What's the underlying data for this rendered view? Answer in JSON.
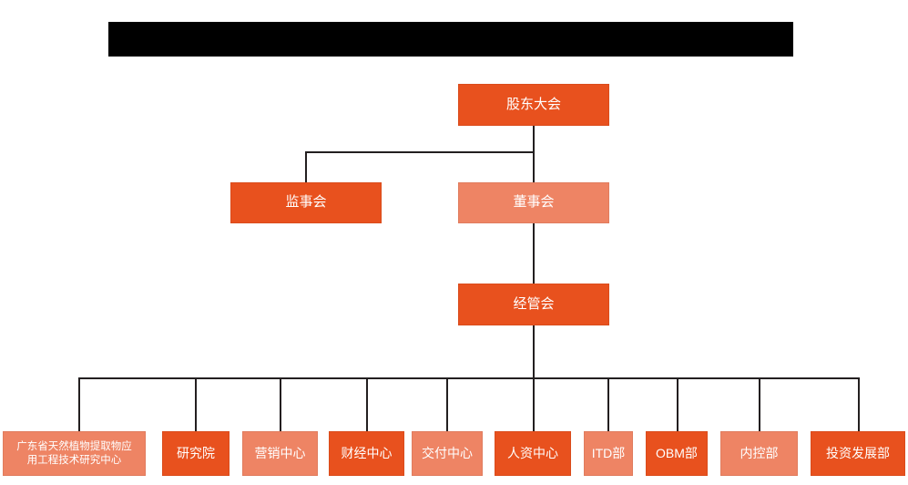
{
  "title_bar": {
    "label": "",
    "redacted": true,
    "color": "#000000"
  },
  "colors": {
    "dark_orange": "#E8511E",
    "light_salmon": "#EE8464",
    "connector": "#231f20",
    "background": "#FFFFFF",
    "text": "#FFFFFF"
  },
  "chart_data": {
    "type": "org-chart",
    "title": "",
    "orientation": "top-down",
    "levels": 4,
    "nodes": [
      {
        "id": "shareholders",
        "label": "股东大会",
        "level": 1,
        "style": "dark",
        "parent": null
      },
      {
        "id": "supervisors",
        "label": "监事会",
        "level": 2,
        "style": "dark",
        "parent": "shareholders"
      },
      {
        "id": "board",
        "label": "董事会",
        "level": 2,
        "style": "light",
        "parent": "shareholders"
      },
      {
        "id": "mgmt",
        "label": "经管会",
        "level": 3,
        "style": "dark",
        "parent": "board"
      },
      {
        "id": "rnd-center",
        "label": "广东省天然植物提取物应用工程技术研究中心",
        "level": 4,
        "style": "light",
        "parent": "mgmt"
      },
      {
        "id": "institute",
        "label": "研究院",
        "level": 4,
        "style": "dark",
        "parent": "mgmt"
      },
      {
        "id": "marketing",
        "label": "营销中心",
        "level": 4,
        "style": "light",
        "parent": "mgmt"
      },
      {
        "id": "finance",
        "label": "财经中心",
        "level": 4,
        "style": "dark",
        "parent": "mgmt"
      },
      {
        "id": "delivery",
        "label": "交付中心",
        "level": 4,
        "style": "light",
        "parent": "mgmt"
      },
      {
        "id": "hr",
        "label": "人资中心",
        "level": 4,
        "style": "dark",
        "parent": "mgmt"
      },
      {
        "id": "itd",
        "label": "ITD部",
        "level": 4,
        "style": "light",
        "parent": "mgmt"
      },
      {
        "id": "obm",
        "label": "OBM部",
        "level": 4,
        "style": "dark",
        "parent": "mgmt"
      },
      {
        "id": "internal-ctrl",
        "label": "内控部",
        "level": 4,
        "style": "light",
        "parent": "mgmt"
      },
      {
        "id": "investment",
        "label": "投资发展部",
        "level": 4,
        "style": "dark",
        "parent": "mgmt"
      }
    ],
    "edges": [
      {
        "from": "shareholders",
        "to": "supervisors"
      },
      {
        "from": "shareholders",
        "to": "board"
      },
      {
        "from": "board",
        "to": "mgmt"
      },
      {
        "from": "mgmt",
        "to": "rnd-center"
      },
      {
        "from": "mgmt",
        "to": "institute"
      },
      {
        "from": "mgmt",
        "to": "marketing"
      },
      {
        "from": "mgmt",
        "to": "finance"
      },
      {
        "from": "mgmt",
        "to": "delivery"
      },
      {
        "from": "mgmt",
        "to": "hr"
      },
      {
        "from": "mgmt",
        "to": "itd"
      },
      {
        "from": "mgmt",
        "to": "obm"
      },
      {
        "from": "mgmt",
        "to": "internal-ctrl"
      },
      {
        "from": "mgmt",
        "to": "investment"
      }
    ]
  },
  "nodes_by_id": {
    "shareholders": {
      "label": "股东大会"
    },
    "supervisors": {
      "label": "监事会"
    },
    "board": {
      "label": "董事会"
    },
    "mgmt": {
      "label": "经管会"
    },
    "rnd_center_l1": {
      "label": "广东省天然植物提取物应"
    },
    "rnd_center_l2": {
      "label": "用工程技术研究中心"
    },
    "institute": {
      "label": "研究院"
    },
    "marketing": {
      "label": "营销中心"
    },
    "finance": {
      "label": "财经中心"
    },
    "delivery": {
      "label": "交付中心"
    },
    "hr": {
      "label": "人资中心"
    },
    "itd": {
      "label": "ITD部"
    },
    "obm": {
      "label": "OBM部"
    },
    "internal_ctrl": {
      "label": "内控部"
    },
    "investment": {
      "label": "投资发展部"
    }
  }
}
